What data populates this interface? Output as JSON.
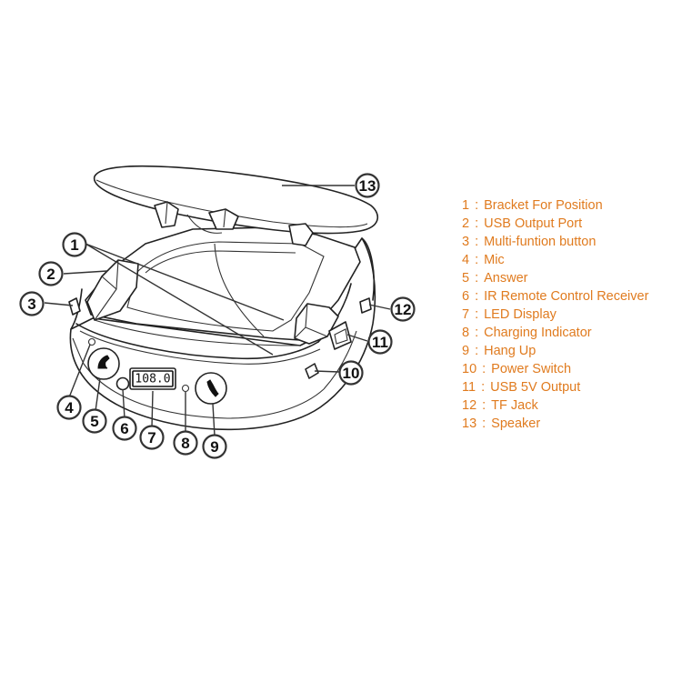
{
  "device": {
    "led_display": "108.0"
  },
  "callouts": [
    "1",
    "2",
    "3",
    "4",
    "5",
    "6",
    "7",
    "8",
    "9",
    "10",
    "11",
    "12",
    "13"
  ],
  "legend": {
    "separator": ":",
    "items": [
      {
        "num": "1",
        "label": "Bracket For Position"
      },
      {
        "num": "2",
        "label": "USB Output Port"
      },
      {
        "num": "3",
        "label": "Multi-funtion button"
      },
      {
        "num": "4",
        "label": "Mic"
      },
      {
        "num": "5",
        "label": "Answer"
      },
      {
        "num": "6",
        "label": "IR Remote Control Receiver"
      },
      {
        "num": "7",
        "label": "LED Display"
      },
      {
        "num": "8",
        "label": "Charging Indicator"
      },
      {
        "num": "9",
        "label": "Hang Up"
      },
      {
        "num": "10",
        "label": "Power Switch"
      },
      {
        "num": "11",
        "label": "USB 5V Output"
      },
      {
        "num": "12",
        "label": "TF Jack"
      },
      {
        "num": "13",
        "label": "Speaker"
      }
    ]
  },
  "colors": {
    "legend_text": "#e07b1f",
    "line_art": "#222222"
  }
}
